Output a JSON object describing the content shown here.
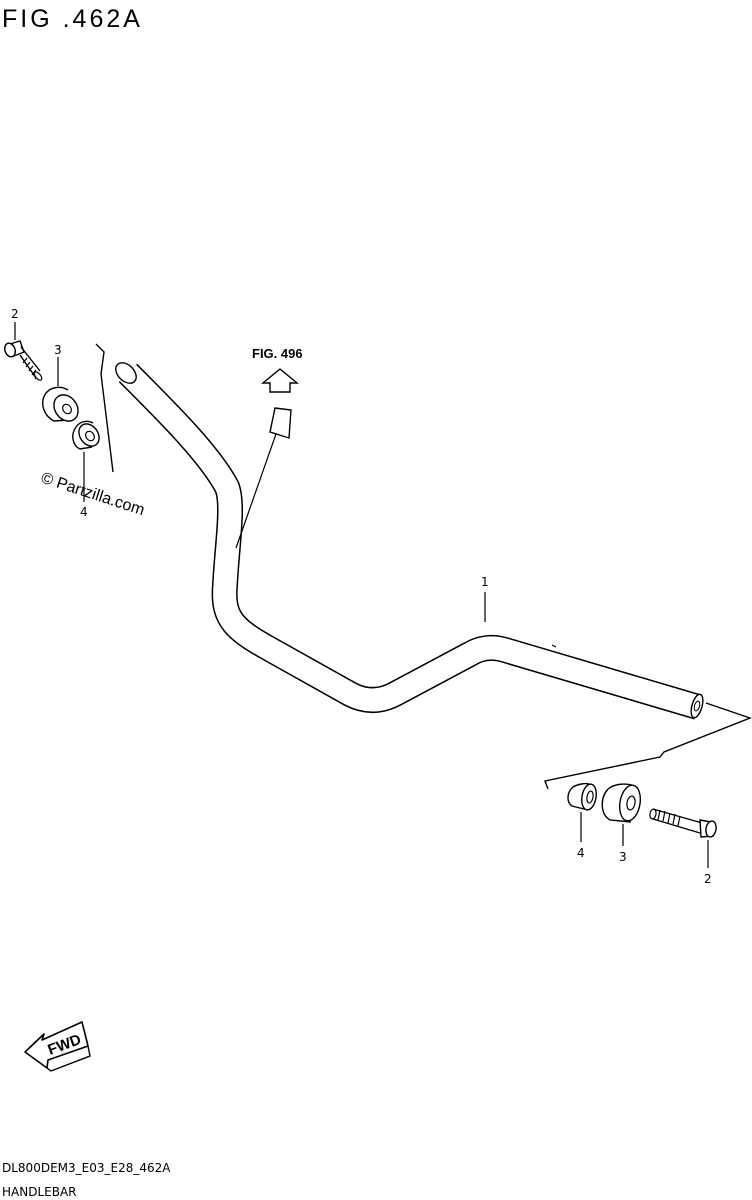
{
  "figure_title": "FIG .462A",
  "fig_reference": "FIG. 496",
  "watermark": "© Partzilla.com",
  "part_callouts": {
    "handlebar": "1",
    "bolt_left": "2",
    "weight_left": "3",
    "collar_left": "4",
    "collar_right": "4",
    "weight_right": "3",
    "bolt_right": "2"
  },
  "fwd_label": "FWD",
  "footer": {
    "model_code": "DL800DEM3_E03_E28_462A",
    "section_name": "HANDLEBAR"
  }
}
